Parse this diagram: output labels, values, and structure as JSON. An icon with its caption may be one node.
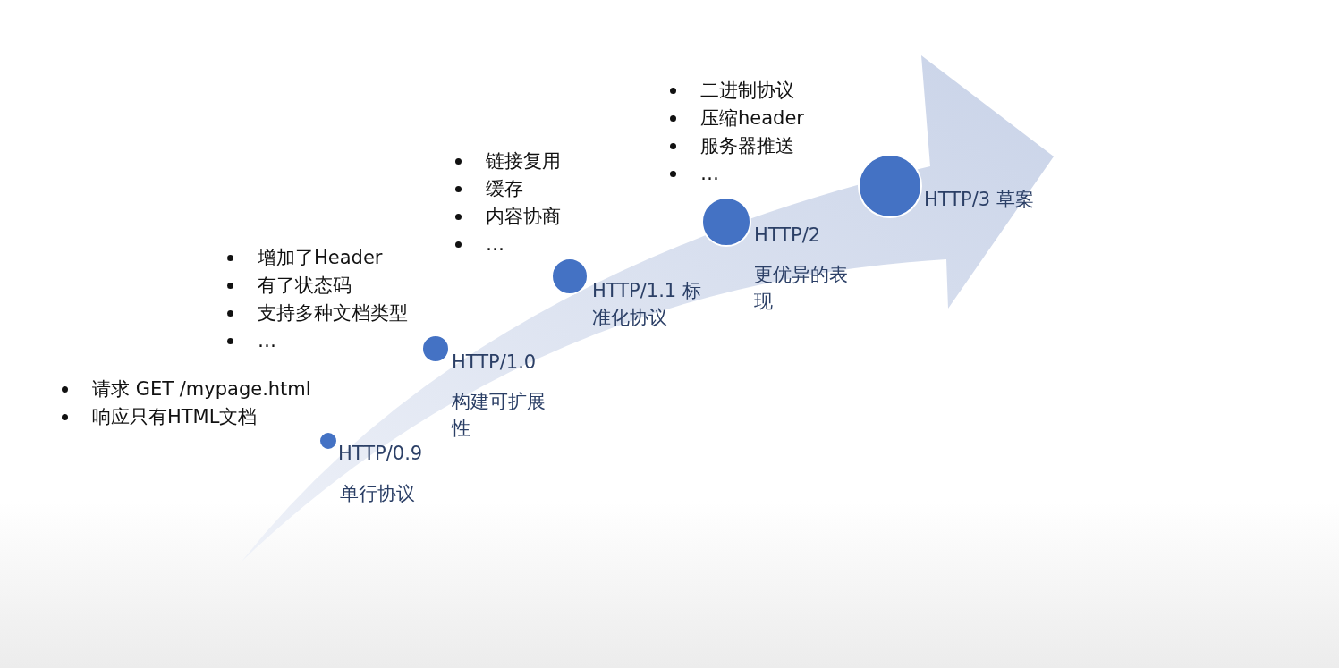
{
  "diagram": {
    "nodes": [
      {
        "text": [],
        "shape": "arrow"
      },
      {
        "text": [
          "HTTP/0.9",
          "单行协议"
        ],
        "in": 0,
        "beside": [
          "请求 GET /mypage.html",
          "响应只有HTML文档"
        ]
      },
      {
        "text": [
          "HTTP/1.0",
          "构建可扩展性"
        ],
        "in": 0,
        "beside": [
          "增加了Header",
          "有了状态码",
          "支持多种文档类型",
          "…"
        ]
      },
      {
        "text": [
          "HTTP/1.1 标准化协议"
        ],
        "in": 0,
        "beside": [
          "链接复用",
          "缓存",
          "内容协商",
          "…"
        ]
      },
      {
        "text": [
          "HTTP/2",
          "更优异的表现"
        ],
        "in": 0,
        "beside": [
          "二进制协议",
          "压缩header",
          "服务器推送",
          "…"
        ]
      },
      {
        "text": [
          "HTTP/3 草案"
        ],
        "in": 0
      }
    ],
    "edges": []
  }
}
